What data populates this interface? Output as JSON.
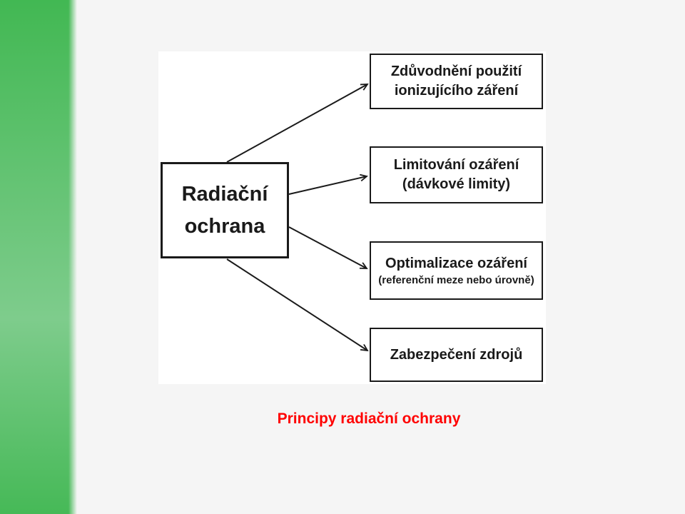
{
  "theme": {
    "page-bg": "#f5f5f5",
    "panel-bg": "#ffffff",
    "stripe-green-top": "#42b853",
    "stripe-green-mid": "#7ecc8c",
    "stripe-green-bottom": "#46b957",
    "line-black": "#1a1a1a",
    "caption-red": "#ff0000"
  },
  "diagram": {
    "center": {
      "label": "Radiační ochrana"
    },
    "nodes": [
      {
        "line1": "Zdůvodnění použití",
        "line2": "ionizujícího záření"
      },
      {
        "line1": "Limitování ozáření",
        "line2": "(dávkové limity)"
      },
      {
        "line1": "Optimalizace ozáření",
        "line2": "(referenční meze nebo úrovně)"
      },
      {
        "line1": "Zabezpečení zdrojů",
        "line2": ""
      }
    ]
  },
  "caption": {
    "text": "Principy radiační ochrany"
  }
}
